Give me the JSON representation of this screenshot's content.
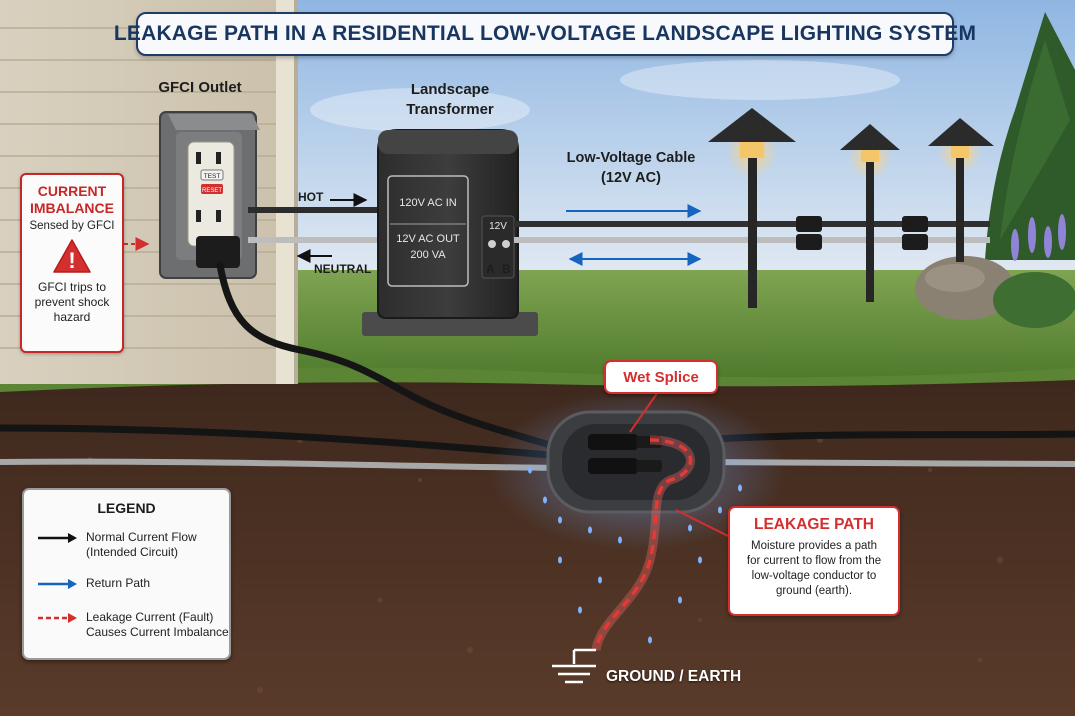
{
  "title": "LEAKAGE PATH IN A RESIDENTIAL LOW-VOLTAGE LANDSCAPE LIGHTING SYSTEM",
  "gfci": {
    "label": "GFCI Outlet",
    "test_button": "TEST",
    "reset_button": "RESET"
  },
  "transformer": {
    "label_line1": "Landscape",
    "label_line2": "Transformer",
    "face_line1": "120V AC IN",
    "face_line2": "12V AC OUT",
    "face_line3": "200 VA",
    "terminal_label": "12V",
    "terminal_a": "A",
    "terminal_b": "B"
  },
  "wires": {
    "hot_label": "HOT",
    "neutral_label": "NEUTRAL"
  },
  "cable": {
    "label_line1": "Low-Voltage Cable",
    "label_line2": "(12V AC)"
  },
  "imbalance": {
    "title_line1": "CURRENT",
    "title_line2": "IMBALANCE",
    "subtitle": "Sensed by GFCI",
    "warning_symbol": "!",
    "foot_line1": "GFCI trips to",
    "foot_line2": "prevent shock",
    "foot_line3": "hazard"
  },
  "wet_splice": {
    "label": "Wet Splice"
  },
  "leakage": {
    "title": "LEAKAGE PATH",
    "desc_line1": "Moisture provides a path",
    "desc_line2": "for current to flow from the",
    "desc_line3": "low-voltage conductor to",
    "desc_line4": "ground (earth)."
  },
  "legend": {
    "title": "LEGEND",
    "items": [
      {
        "line1": "Normal Current Flow",
        "line2": "(Intended Circuit)",
        "color": "#111111"
      },
      {
        "line1": "Return Path",
        "line2": "",
        "color": "#1565c0"
      },
      {
        "line1": "Leakage Current (Fault)",
        "line2": "Causes Current Imbalance",
        "color": "#d32f2f"
      }
    ]
  },
  "ground": {
    "label": "GROUND / EARTH"
  },
  "colors": {
    "title_border": "#1f3c66",
    "alert_red": "#d32f2f",
    "return_blue": "#1565c0",
    "sky_top": "#a9c6e6",
    "soil": "#4a3124",
    "grass": "#5f8a3a"
  }
}
